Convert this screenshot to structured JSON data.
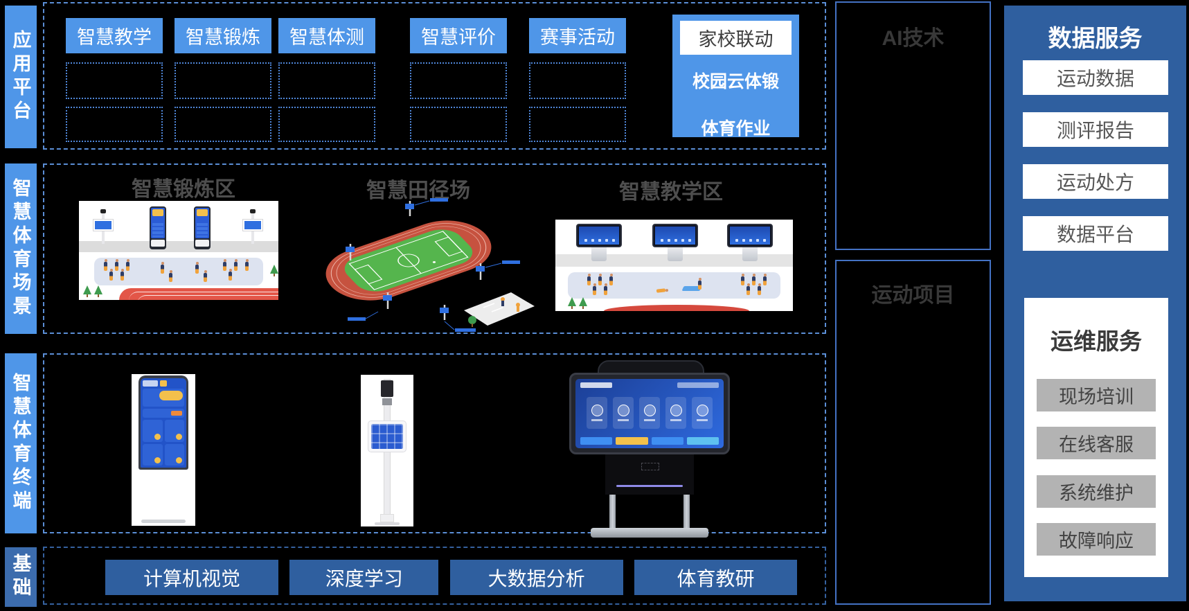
{
  "sidebar": {
    "items": [
      {
        "label": "应用平台"
      },
      {
        "label": "智慧体育场景"
      },
      {
        "label": "智慧体育终端"
      },
      {
        "label": "基础"
      }
    ]
  },
  "platform": {
    "tabs": [
      {
        "label": "智慧教学"
      },
      {
        "label": "智慧锻炼"
      },
      {
        "label": "智慧体测"
      },
      {
        "label": "智慧评价"
      },
      {
        "label": "赛事活动"
      }
    ],
    "home_school": {
      "header": "家校联动",
      "items": [
        "校园云体锻",
        "体育作业"
      ]
    }
  },
  "scenes": {
    "exercise_title": "智慧锻炼区",
    "track_title": "智慧田径场",
    "teaching_title": "智慧教学区"
  },
  "foundation": {
    "buttons": [
      "计算机视觉",
      "深度学习",
      "大数据分析",
      "体育教研"
    ]
  },
  "right_panels": {
    "ai_title": "AI技术",
    "sports_title": "运动项目"
  },
  "data_service": {
    "title": "数据服务",
    "items": [
      "运动数据",
      "测评报告",
      "运动处方",
      "数据平台"
    ]
  },
  "ops_service": {
    "title": "运维服务",
    "items": [
      "现场培训",
      "在线客服",
      "系统维护",
      "故障响应"
    ]
  },
  "colors": {
    "light_blue": "#4f96e8",
    "navy": "#2f5f9f",
    "foundation_sidebar_blue": "#3c6cad",
    "dash_blue": "#5b8ed6",
    "panel_border_blue": "#4472c4",
    "gray_button": "#b3b3b3",
    "track_red": "#c6523f",
    "field_green": "#55b54d"
  }
}
